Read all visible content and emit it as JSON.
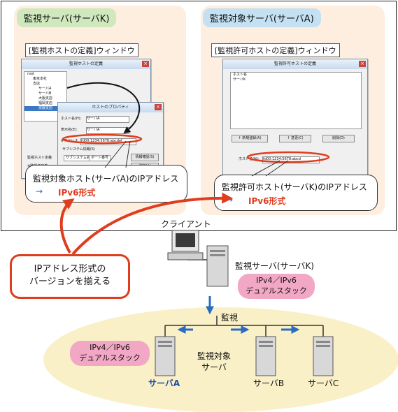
{
  "monitor_panel": {
    "tag": "監視サーバ(サーバK)",
    "window_title": "[監視ホストの定義]ウィンドウ"
  },
  "target_panel": {
    "tag": "監視対象サーバ(サーバA)",
    "window_title": "[監視許可ホストの定義]ウィンドウ"
  },
  "ss_left_main": {
    "title": "監視ホストの定義",
    "tree": [
      "root",
      "東京本社",
      "支店",
      "サーバA",
      "サーバB",
      "大阪支店",
      "福岡支店",
      "京都支店"
    ],
    "bottom": [
      "監視ホスト定義",
      "※監視者定義"
    ]
  },
  "ss_left_props": {
    "title": "ホストのプロパティ",
    "host_label": "ホスト名(H):",
    "host_value": "サーバA",
    "display_label": "表示名(E):",
    "display_value": "サーバA",
    "ip_label": "IPアドレス",
    "ip_value": "fd00:1234:5678:abcdef",
    "group_label": "サブシステム情報(S)",
    "col1": "サブシステム名",
    "col2": "ポート番号",
    "col3": "情報確認(S)",
    "btn": "追加(A)"
  },
  "ss_right": {
    "title": "監視許可ホストの定義",
    "list_header": "ホスト名",
    "list_item": "サーバK",
    "btn_new": "↑ 新規登録(A)",
    "btn_change": "↑ 変更(C)",
    "btn_delete": "削除(D)",
    "host_label": "ホスト名(H):",
    "host_value": "fd00:1234:5678:abcd"
  },
  "callout_left": {
    "text": "監視対象ホスト(サーバA)のIPアドレス",
    "arrow": "→",
    "highlight": "IPv6形式"
  },
  "callout_right": {
    "text": "監視許可ホスト(サーバK)のIPアドレス",
    "arrow": "→",
    "highlight": "IPv6形式"
  },
  "note_box": "IPアドレス形式の\nバージョンを揃える",
  "client_label": "クライアント",
  "server_k_label": "監視サーバ(サーバK)",
  "dual_stack_k": "IPv4／IPv6\nデュアルスタック",
  "monitor_label": "監視",
  "target_label": "監視対象\nサーバ",
  "dual_stack_a": "IPv4／IPv6\nデュアルスタック",
  "server_a_label": "サーバA",
  "server_b_label": "サーバB",
  "server_c_label": "サーバC",
  "colors": {
    "accent_red": "#e03c1e",
    "arrow_blue": "#2a6cc0",
    "pink": "#f2a8c4",
    "panel": "#fdeee0",
    "ellipse": "#faf0c8"
  }
}
